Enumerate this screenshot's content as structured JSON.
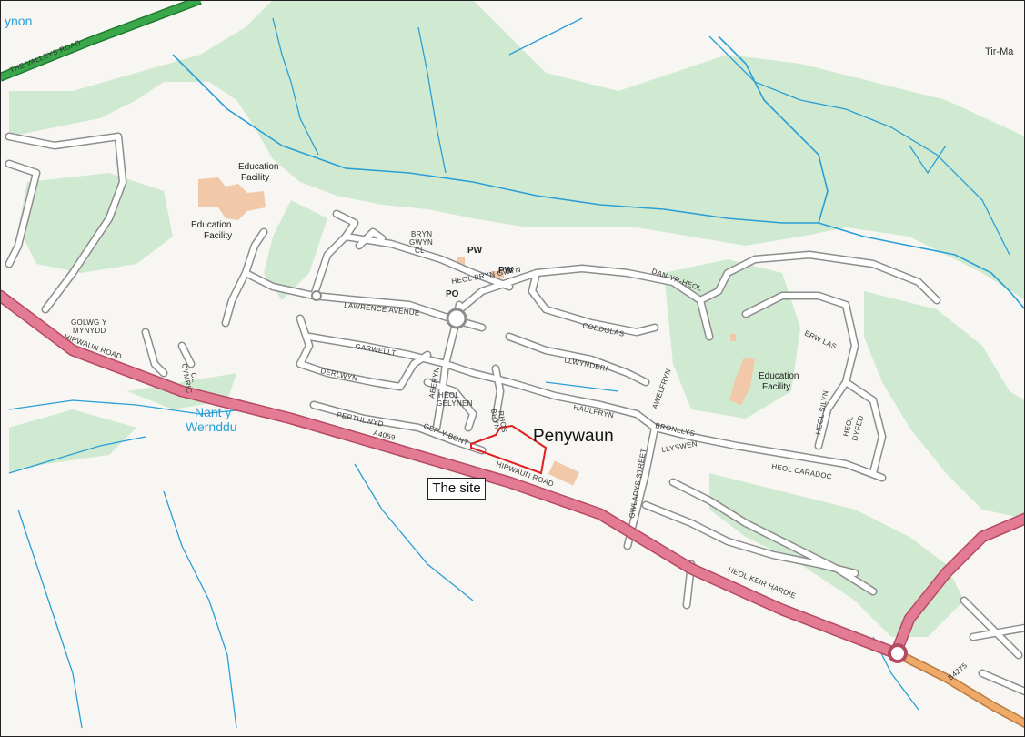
{
  "colors": {
    "background": "#f7f6f3",
    "woodland": "#cfead0",
    "water": "#2a9fd6",
    "minor_road": "#8d8d8d",
    "a_road": "#e47b94",
    "b_road": "#efaa6a",
    "green_road": "#3aa84a",
    "building": "#f1c9a8",
    "site_boundary": "#e02020"
  },
  "places": {
    "main": "Penywaun",
    "top_left": "ynon",
    "top_right": "Tir-Ma"
  },
  "water": {
    "stream_line1": "Nant y",
    "stream_line2": "Wernddu"
  },
  "facilities": {
    "edu1_line1": "Education",
    "edu1_line2": "Facility",
    "edu2_line1": "Education",
    "edu2_line2": "Facility",
    "edu3_line1": "Education",
    "edu3_line2": "Facility",
    "pw1": "PW",
    "pw2": "PW",
    "po": "PO"
  },
  "roads": {
    "valleys_road": "THE VALLEYS ROAD",
    "hirwaun_road_west": "HIRWAUN ROAD",
    "hirwaun_road_east": "HIRWAUN ROAD",
    "a4059": "A4059",
    "b4275": "B4275",
    "golwg_y_mynydd_1": "GOLWG Y",
    "golwg_y_mynydd_2": "MYNYDD",
    "cymric_cl_1": "CYMRIC",
    "cymric_cl_2": "CL",
    "lawrence_avenue": "LAWRENCE AVENUE",
    "garwellt": "GARWELLT",
    "derlwyn": "DERLWYN",
    "perthlwyd": "PERTHLWYD",
    "ger_y_bont": "GER-Y-BONT",
    "aberyn": "ABERYN",
    "heol_gelynen_1": "HEOL",
    "heol_gelynen_2": "GELYNEN",
    "bryn_rhos_1": "BRYN",
    "bryn_rhos_2": "RHOS",
    "bryn_gwyn_cl_1": "BRYN",
    "bryn_gwyn_cl_2": "GWYN",
    "bryn_gwyn_cl_3": "CL",
    "heol_bryn_gwyn": "HEOL BRYN GWYN",
    "coedglas": "COEDGLAS",
    "llwynderi": "LLWYNDERI",
    "haulfryn": "HAULFRYN",
    "dan_yr_heol": "DAN-YR-HEOL",
    "awelfryn": "AWELFRYN",
    "gwladys_street": "GWLADYS STREET",
    "bronllys": "BRONLLYS",
    "llyswen": "LLYSWEN",
    "heol_caradoc": "HEOL CARADOC",
    "heol_silyn": "HEOL SILYN",
    "heol_dyfed_1": "HEOL",
    "heol_dyfed_2": "DYFED",
    "erw_las": "ERW LAS",
    "heol_keir_hardie": "HEOL KEIR HARDIE"
  },
  "annotation": {
    "site_label": "The site"
  }
}
